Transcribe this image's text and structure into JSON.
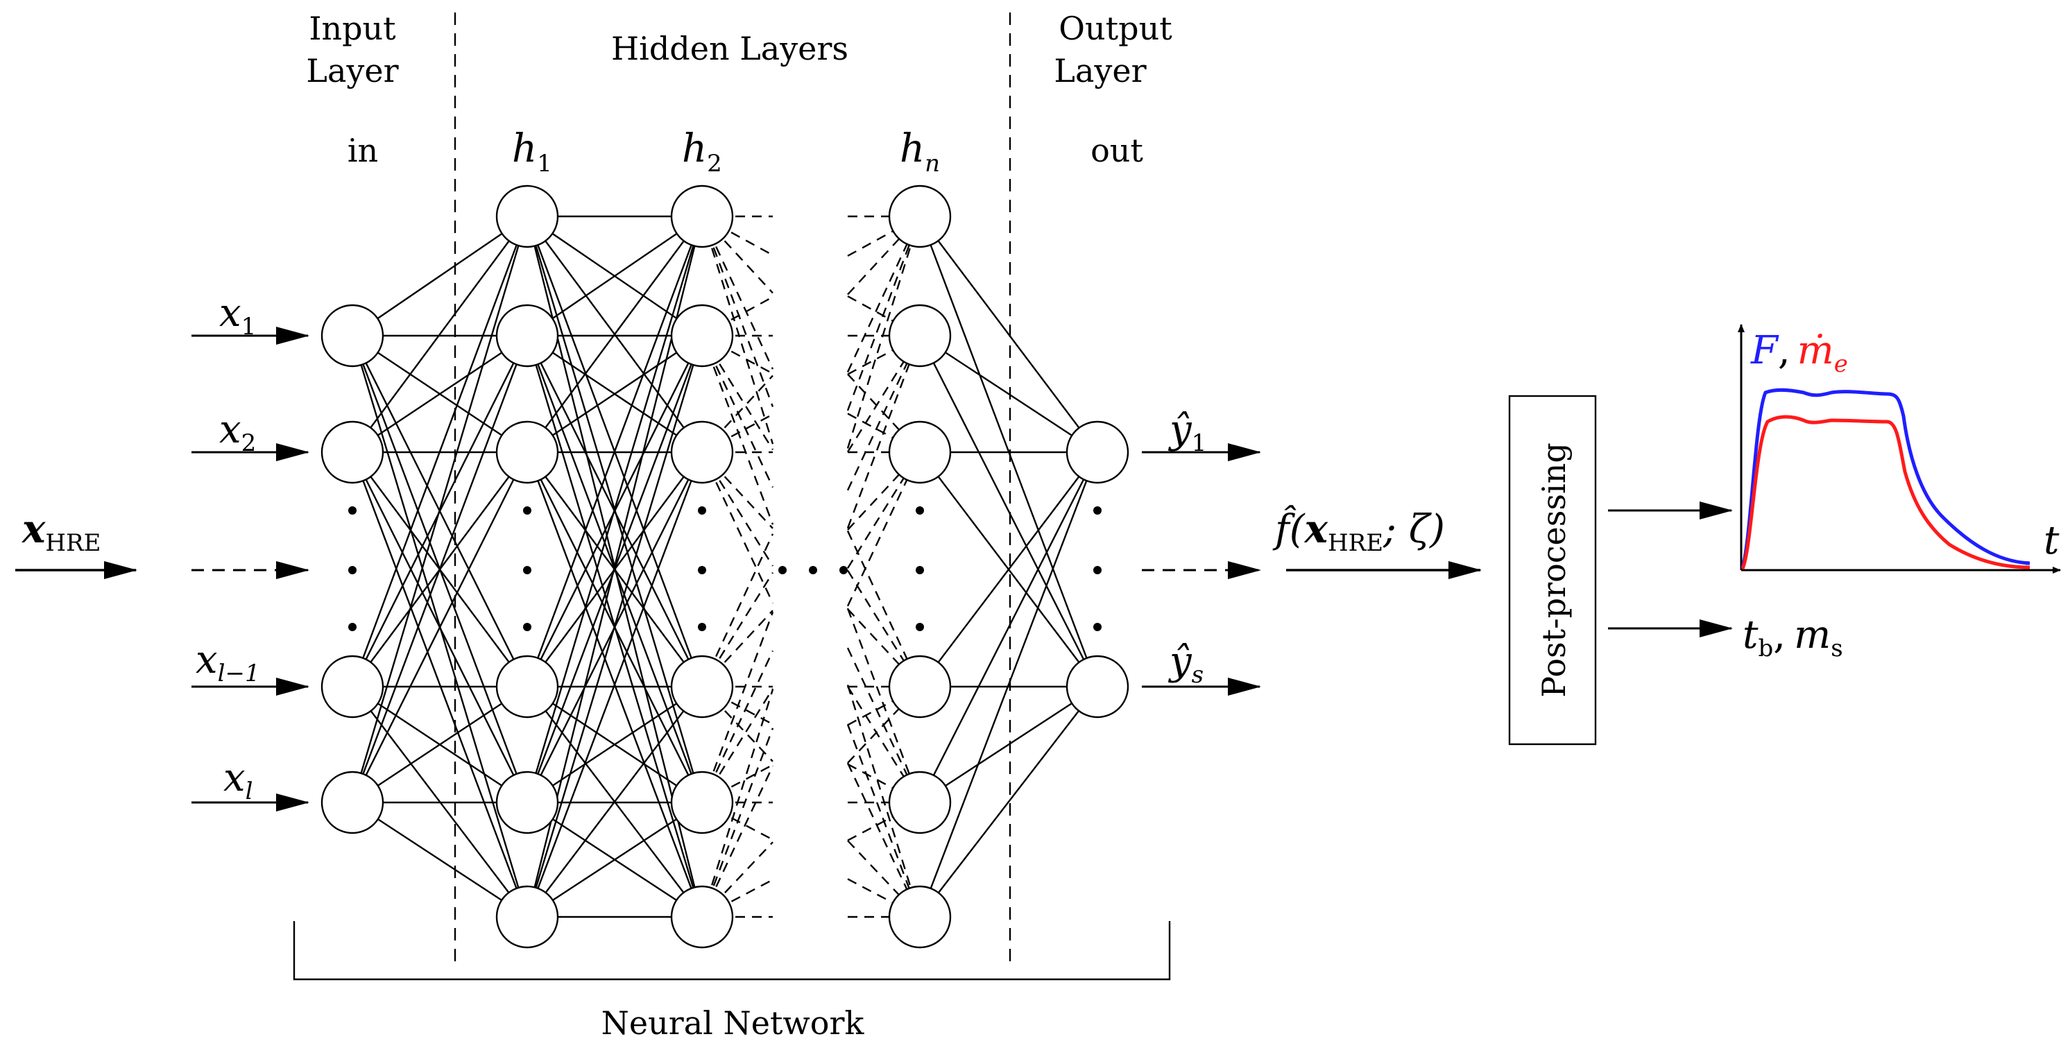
{
  "headers": {
    "input_line1": "Input",
    "input_line2": "Layer",
    "hidden": "Hidden Layers",
    "output_line1": "Output",
    "output_line2": "Layer"
  },
  "layer_labels": {
    "in": "in",
    "h1": "h",
    "h1_sub": "1",
    "h2": "h",
    "h2_sub": "2",
    "hn": "h",
    "hn_sub": "n",
    "out": "out"
  },
  "inputs": {
    "x_hre": "x",
    "x_hre_sub": "HRE",
    "x1": "x",
    "x1_sub": "1",
    "x2": "x",
    "x2_sub": "2",
    "xl1": "x",
    "xl1_sub": "l−1",
    "xl": "x",
    "xl_sub": "l"
  },
  "outputs": {
    "y1": "ŷ",
    "y1_sub": "1",
    "ys": "ŷ",
    "ys_sub": "s",
    "f_hat": "f̂(",
    "f_x": "x",
    "f_sub": "HRE",
    "f_rest": "; ζ)"
  },
  "post_processing": "Post-processing",
  "plot": {
    "label_F": "F",
    "label_sep": ",",
    "label_me": "ṁ",
    "label_me_sub": "e",
    "axis_t": "t",
    "color_F": "#1f1fff",
    "color_me": "#ff1a1a"
  },
  "results": {
    "tb": "t",
    "tb_sub": "b",
    "ms": "m",
    "ms_sub": "s",
    "sep": ","
  },
  "footer": "Neural Network"
}
